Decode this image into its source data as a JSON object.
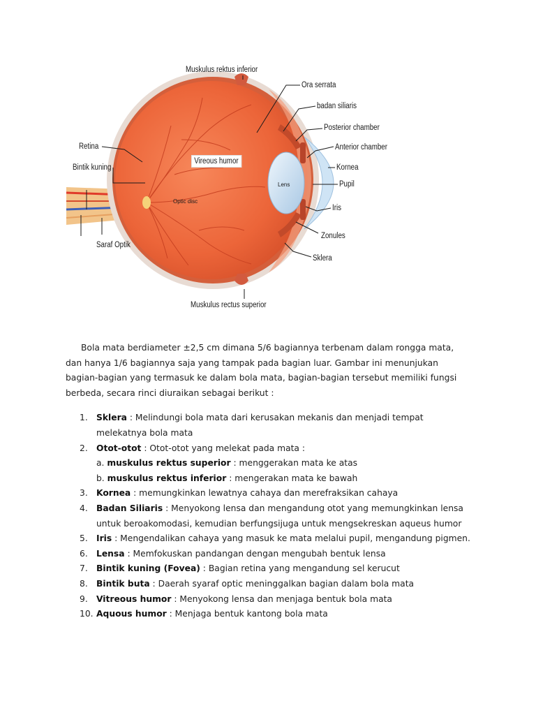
{
  "figure": {
    "labels": {
      "inferior_muscle": "Muskulus rektus inferior",
      "ora_serrata": "Ora serrata",
      "ciliary_body": "badan siliaris",
      "posterior_chamber": "Posterior chamber",
      "anterior_chamber": "Anterior chamber",
      "cornea": "Kornea",
      "pupil": "Pupil",
      "iris": "Iris",
      "zonules": "Zonules",
      "sclera": "Sklera",
      "retina": "Retina",
      "yellow_spot": "Bintik kuning",
      "optic_nerve": "Saraf Optik",
      "vitreous": "Vireous humor",
      "optic_disc": "Optic disc",
      "lens": "Lens",
      "superior_muscle": "Muskulus rectus superior"
    },
    "colors": {
      "sclera": "#e6d7cf",
      "choroid": "#d8603a",
      "eyeball": "#ef6a3c",
      "lens": "#cfe3f3",
      "vessels": "#c24020"
    }
  },
  "intro": "Bola mata berdiameter ±2,5 cm dimana 5/6 bagiannya terbenam dalam rongga mata, dan hanya 1/6 bagiannya saja yang tampak pada bagian luar. Gambar ini menunjukan bagian-bagian yang termasuk ke dalam bola mata, bagian-bagian tersebut memiliki fungsi berbeda, secara rinci diuraikan sebagai berikut :",
  "items": [
    {
      "num": "1.",
      "term": "Sklera",
      "desc": " : Melindungi bola mata dari kerusakan mekanis dan menjadi tempat melekatnya bola mata"
    },
    {
      "num": "2.",
      "term": "Otot-otot",
      "desc": " : Otot-otot yang melekat pada mata :",
      "sub_a_prefix": "a. ",
      "sub_a_term": "muskulus rektus superior",
      "sub_a_desc": " : menggerakan mata ke atas",
      "sub_b_prefix": "b. ",
      "sub_b_term": "muskulus rektus inferior",
      "sub_b_desc": " : mengerakan mata ke bawah"
    },
    {
      "num": "3.",
      "term": "Kornea",
      "desc": " : memungkinkan lewatnya cahaya dan merefraksikan cahaya"
    },
    {
      "num": "4.",
      "term": "Badan Siliaris",
      "desc": " : Menyokong lensa dan mengandung otot yang memungkinkan lensa untuk beroakomodasi, kemudian berfungsijuga untuk mengsekreskan aqueus humor"
    },
    {
      "num": "5.",
      "term": "Iris",
      "desc": " : Mengendalikan cahaya yang masuk ke mata melalui pupil, mengandung pigmen."
    },
    {
      "num": "6.",
      "term": "Lensa",
      "desc": " : Memfokuskan pandangan dengan mengubah bentuk lensa"
    },
    {
      "num": "7.",
      "term": "Bintik kuning (Fovea)",
      "desc": " : Bagian retina yang mengandung sel kerucut"
    },
    {
      "num": "8.",
      "term": "Bintik buta",
      "desc": " : Daerah syaraf optic meninggalkan bagian dalam bola mata"
    },
    {
      "num": "9.",
      "term": "Vitreous humor",
      "desc": " : Menyokong lensa dan menjaga bentuk bola mata"
    },
    {
      "num": "10.",
      "term": "Aquous humor",
      "desc": " : Menjaga bentuk kantong bola mata"
    }
  ]
}
